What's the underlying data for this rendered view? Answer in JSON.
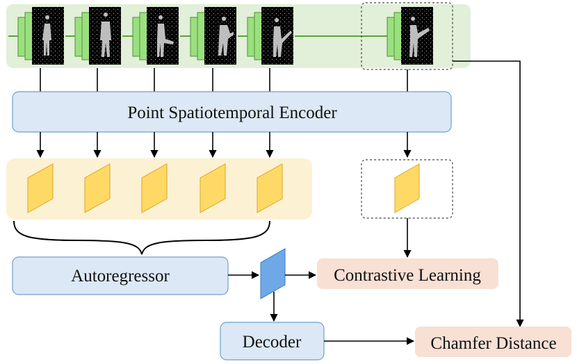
{
  "modules": {
    "encoder": "Point Spatiotemporal Encoder",
    "autoregressor": "Autoregressor",
    "decoder": "Decoder"
  },
  "objectives": {
    "contrastive": "Contrastive Learning",
    "chamfer": "Chamfer Distance"
  },
  "colors": {
    "green_band": "#e2efd9",
    "frame_green": "#9be07f",
    "frame_edge": "#4f8f3a",
    "blue_box": "#dce8f5",
    "blue_edge": "#6f9fcf",
    "yellow_band": "#fdf1d4",
    "feature_yellow": "#ffd966",
    "feature_edge": "#d9a826",
    "predicted_blue": "#6fa8e8",
    "salmon_box": "#f8e0d4",
    "arrow_green": "#5aa33a"
  },
  "icons": {
    "frame": "point-cloud-human-frame-icon",
    "feature": "feature-parallelogram-icon",
    "brace": "curly-brace-icon"
  }
}
